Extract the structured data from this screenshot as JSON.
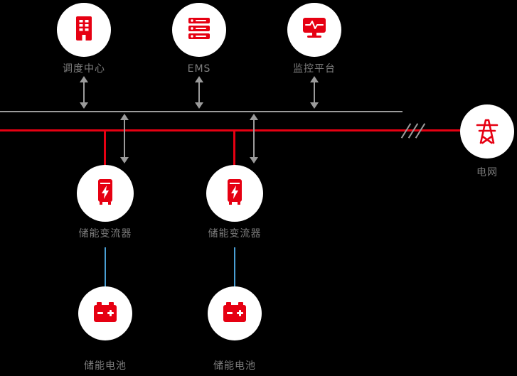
{
  "colors": {
    "accent_red": "#e60012",
    "bus_gray": "#9b9b9b",
    "battery_link_blue": "#4a9fd4",
    "node_background": "#ffffff",
    "label_gray": "#7d7d7d",
    "background": "#000000"
  },
  "nodes": {
    "dispatch_center": {
      "label": "调度中心",
      "icon": "building-icon"
    },
    "ems": {
      "label": "EMS",
      "icon": "server-icon"
    },
    "monitoring_platform": {
      "label": "监控平台",
      "icon": "monitor-pulse-icon"
    },
    "grid": {
      "label": "电网",
      "icon": "transmission-tower-icon"
    },
    "converter_1": {
      "label": "储能变流器",
      "icon": "inverter-icon"
    },
    "converter_2": {
      "label": "储能变流器",
      "icon": "inverter-icon"
    },
    "battery_1": {
      "label": "储能电池",
      "icon": "battery-icon"
    },
    "battery_2": {
      "label": "储能电池",
      "icon": "battery-icon"
    }
  }
}
